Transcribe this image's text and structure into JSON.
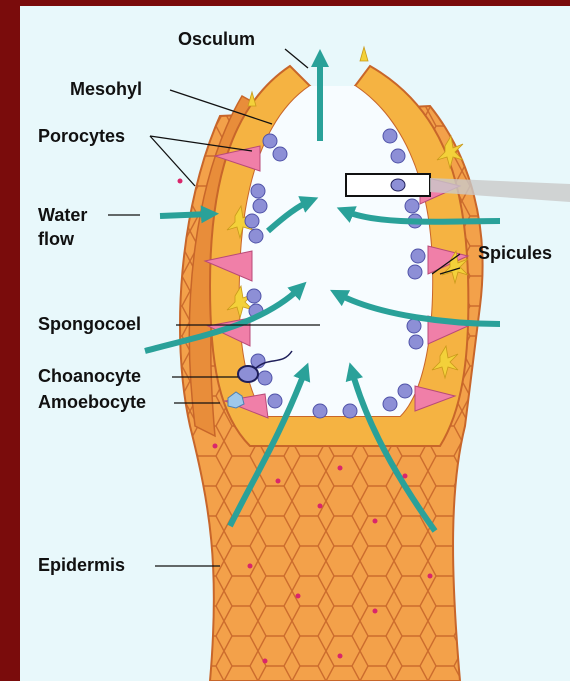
{
  "labels": {
    "osculum": "Osculum",
    "mesohyl": "Mesohyl",
    "porocytes": "Porocytes",
    "water_flow_line1": "Water",
    "water_flow_line2": "flow",
    "spicules": "Spicules",
    "spongocoel": "Spongocoel",
    "choanocyte": "Choanocyte",
    "amoebocyte": "Amoebocyte",
    "epidermis": "Epidermis"
  },
  "colors": {
    "background_frame": "#7a0c0c",
    "panel": "#e8f8fb",
    "body_orange": "#f3a14a",
    "body_dark": "#d9782a",
    "mesohyl_fill": "#f5b342",
    "spongocoel": "#f7fcff",
    "arrow_teal": "#2aa199",
    "choanocyte_blue": "#8d8fd6",
    "porocyte_pink": "#f07fa8",
    "spicule_yellow": "#f3d13a",
    "pore_dot": "#d9266b"
  }
}
